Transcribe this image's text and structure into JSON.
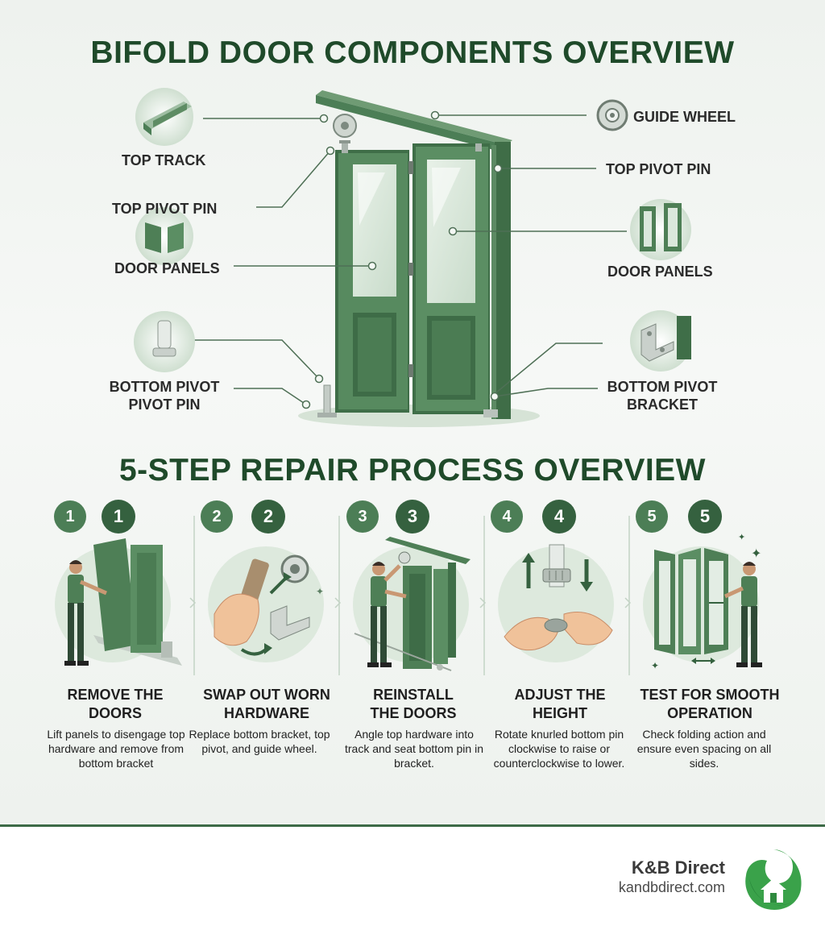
{
  "title": "BIFOLD DOOR COMPONENTS OVERVIEW",
  "components": {
    "top_track": "TOP TRACK",
    "top_pivot_left": "TOP PIVOT PIN",
    "door_panels_left": "DOOR PANELS",
    "bottom_pivot_pin_line1": "BOTTOM PIVOT",
    "bottom_pivot_pin_line2": "PIVOT PIN",
    "guide_wheel": "GUIDE WHEEL",
    "top_pivot_right": "TOP PIVOT PIN",
    "door_panels_right": "DOOR PANELS",
    "bottom_bracket_line1": "BOTTOM PIVOT",
    "bottom_bracket_line2": "BRACKET"
  },
  "process_title": "5-STEP REPAIR PROCESS OVERVIEW",
  "steps": [
    {
      "number": "1",
      "title_line1": "REMOVE THE",
      "title_line2": "DOORS",
      "desc": "Lift panels to disengage top hardware and remove from bottom bracket"
    },
    {
      "number": "2",
      "title_line1": "SWAP OUT WORN",
      "title_line2": "HARDWARE",
      "desc": "Replace bottom bracket, top pivot, and guide wheel."
    },
    {
      "number": "3",
      "title_line1": "REINSTALL",
      "title_line2": "THE DOORS",
      "desc": "Angle top hardware into track and seat bottom pin in bracket."
    },
    {
      "number": "4",
      "title_line1": "ADJUST THE",
      "title_line2": "HEIGHT",
      "desc": "Rotate knurled bottom pin clockwise to raise or counterclockwise to lower."
    },
    {
      "number": "5",
      "title_line1": "TEST FOR SMOOTH",
      "title_line2": "OPERATION",
      "desc": "Check folding action and ensure even spacing on all sides."
    }
  ],
  "brand": {
    "name": "K&B Direct",
    "url": "kandbdirect.com"
  },
  "colors": {
    "primary": "#35613f",
    "accent": "#4c7e56",
    "door": "#4e7f56",
    "light": "#dce8dc"
  }
}
